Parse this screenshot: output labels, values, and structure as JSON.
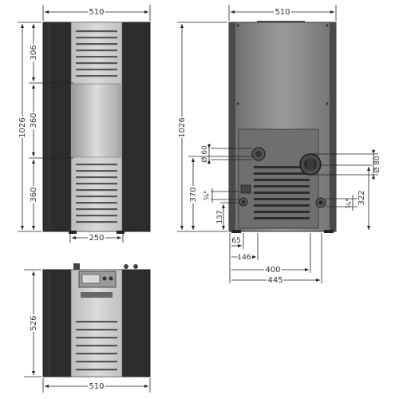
{
  "front_view": {
    "width": "510",
    "total_height": "1026",
    "section_top": "306",
    "section_middle": "360",
    "section_bottom": "360",
    "foot_spacing": "250"
  },
  "rear_view": {
    "width": "510",
    "total_height": "1026",
    "height_370": "370",
    "height_322": "322",
    "height_137": "137",
    "diameter_60": "Ø 60",
    "diameter_80": "Ø 80",
    "pipe_left": "¾\"",
    "pipe_right": "¾\"",
    "offset_65": "65",
    "offset_146": "146",
    "offset_400": "400",
    "offset_445": "445"
  },
  "top_view": {
    "depth": "526",
    "width": "510"
  },
  "colors": {
    "body_dark": "#3a3a3a",
    "panel_light": "#cfcfcf",
    "glass": "#b9b9b9",
    "back_panel": "#8a8a8a"
  }
}
